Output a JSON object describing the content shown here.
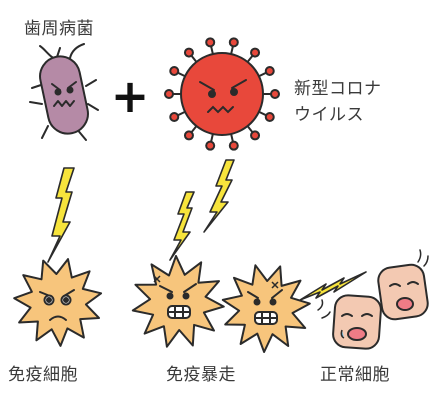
{
  "labels": {
    "periodontal_bacteria": "歯周病菌",
    "covid_line1": "新型コロナ",
    "covid_line2": "ウイルス",
    "immune_cell": "免疫細胞",
    "immune_runaway": "免疫暴走",
    "normal_cell": "正常細胞"
  },
  "symbols": {
    "plus": "+"
  },
  "colors": {
    "bacteria": "#b58aa6",
    "virus": "#e8483b",
    "immune_cell": "#f7c57c",
    "normal_cell": "#f3c9b2",
    "bolt": "#f7e43c",
    "outline": "#2b2b2b"
  },
  "icons": [
    "bacteria-icon",
    "virus-icon",
    "lightning-bolt-icon",
    "immune-cell-icon",
    "normal-cell-icon"
  ]
}
